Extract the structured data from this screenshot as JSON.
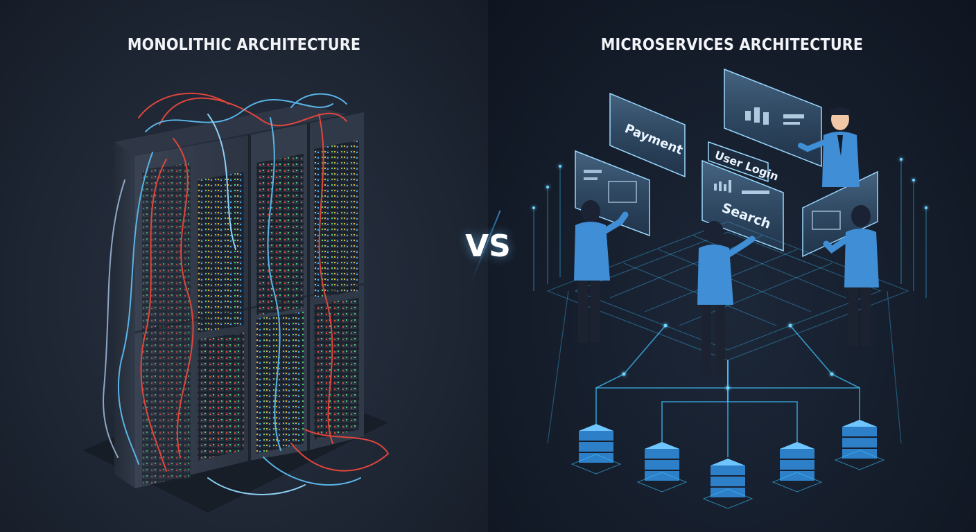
{
  "left_title": "MONOLITHIC ARCHITECTURE",
  "right_title": "MICROSERVICES ARCHITECTURE",
  "vs_label": "VS",
  "service_panels": {
    "payment": "Payment",
    "user_login": "User Login",
    "search": "Search"
  },
  "colors": {
    "cable_red": "#e0463c",
    "cable_blue": "#5ab4e6",
    "accent_cyan": "#3fc3ff",
    "shirt_blue": "#3f8ed6"
  },
  "icons": [
    "server-rack-icon",
    "person-icon",
    "database-node-icon",
    "chart-icon"
  ]
}
